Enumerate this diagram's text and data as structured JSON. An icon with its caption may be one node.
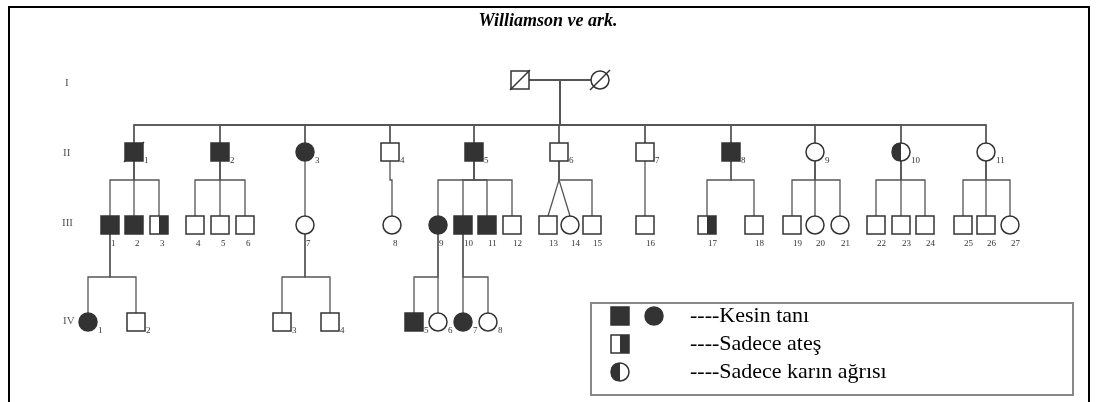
{
  "diagram": {
    "title": "Williamson ve ark.",
    "nodes": [
      {
        "text": [],
        "shape": "box"
      },
      {
        "text": [],
        "shape": "circle"
      },
      {
        "text": [],
        "shape": "box",
        "beside": [
          "1"
        ]
      },
      {
        "text": [],
        "shape": "box",
        "beside": [
          "2"
        ]
      },
      {
        "text": [],
        "shape": "circle",
        "beside": [
          "3"
        ]
      },
      {
        "text": [],
        "shape": "box",
        "beside": [
          "4"
        ]
      },
      {
        "text": [],
        "shape": "box",
        "beside": [
          "5"
        ]
      },
      {
        "text": [],
        "shape": "box",
        "beside": [
          "6"
        ]
      },
      {
        "text": [],
        "shape": "box",
        "beside": [
          "7"
        ]
      },
      {
        "text": [],
        "shape": "box",
        "beside": [
          "8"
        ]
      },
      {
        "text": [],
        "shape": "circle",
        "beside": [
          "9"
        ]
      },
      {
        "text": [],
        "shape": "circle",
        "beside": [
          "10"
        ]
      },
      {
        "text": [],
        "shape": "circle",
        "beside": [
          "11"
        ]
      },
      {
        "text": [],
        "shape": "box",
        "beside": [
          "1"
        ]
      },
      {
        "text": [],
        "shape": "box",
        "beside": [
          "2"
        ]
      },
      {
        "text": [],
        "shape": "box",
        "beside": [
          "3"
        ]
      },
      {
        "text": [],
        "shape": "box",
        "beside": [
          "4"
        ]
      },
      {
        "text": [],
        "shape": "box",
        "beside": [
          "5"
        ]
      },
      {
        "text": [],
        "shape": "box",
        "beside": [
          "6"
        ]
      },
      {
        "text": [],
        "shape": "circle",
        "beside": [
          "7"
        ]
      },
      {
        "text": [],
        "shape": "circle",
        "beside": [
          "8"
        ]
      },
      {
        "text": [],
        "shape": "circle",
        "beside": [
          "9"
        ]
      },
      {
        "text": [],
        "shape": "box",
        "beside": [
          "10"
        ]
      },
      {
        "text": [],
        "shape": "box",
        "beside": [
          "11"
        ]
      },
      {
        "text": [],
        "shape": "box",
        "beside": [
          "12"
        ]
      },
      {
        "text": [],
        "shape": "box",
        "beside": [
          "13"
        ]
      },
      {
        "text": [],
        "shape": "circle",
        "beside": [
          "14"
        ]
      },
      {
        "text": [],
        "shape": "box",
        "beside": [
          "15"
        ]
      },
      {
        "text": [],
        "shape": "box",
        "beside": [
          "16"
        ]
      },
      {
        "text": [],
        "shape": "box",
        "beside": [
          "17"
        ]
      },
      {
        "text": [],
        "shape": "box",
        "beside": [
          "18"
        ]
      },
      {
        "text": [],
        "shape": "box",
        "beside": [
          "19"
        ]
      },
      {
        "text": [],
        "shape": "circle",
        "beside": [
          "20"
        ]
      },
      {
        "text": [],
        "shape": "circle",
        "beside": [
          "21"
        ]
      },
      {
        "text": [],
        "shape": "box",
        "beside": [
          "22"
        ]
      },
      {
        "text": [],
        "shape": "box",
        "beside": [
          "23"
        ]
      },
      {
        "text": [],
        "shape": "box",
        "beside": [
          "24"
        ]
      },
      {
        "text": [],
        "shape": "box",
        "beside": [
          "25"
        ]
      },
      {
        "text": [],
        "shape": "box",
        "beside": [
          "26"
        ]
      },
      {
        "text": [],
        "shape": "circle",
        "beside": [
          "27"
        ]
      },
      {
        "text": [],
        "shape": "circle",
        "beside": [
          "1"
        ]
      },
      {
        "text": [],
        "shape": "box",
        "beside": [
          "2"
        ]
      },
      {
        "text": [],
        "shape": "box",
        "beside": [
          "3"
        ]
      },
      {
        "text": [],
        "shape": "box",
        "beside": [
          "4"
        ]
      },
      {
        "text": [],
        "shape": "box",
        "beside": [
          "5"
        ]
      },
      {
        "text": [],
        "shape": "circle",
        "beside": [
          "6"
        ]
      },
      {
        "text": [],
        "shape": "circle",
        "beside": [
          "7"
        ]
      },
      {
        "text": [],
        "shape": "circle",
        "beside": [
          "8"
        ]
      }
    ],
    "edges": [
      {
        "from": 0,
        "to": 1,
        "arrow": "none"
      },
      {
        "from": 0,
        "to": 2,
        "arrow": "none"
      },
      {
        "from": 1,
        "to": 2,
        "arrow": "none"
      },
      {
        "from": 0,
        "to": 3,
        "arrow": "none"
      },
      {
        "from": 1,
        "to": 3,
        "arrow": "none"
      },
      {
        "from": 0,
        "to": 4,
        "arrow": "none"
      },
      {
        "from": 1,
        "to": 4,
        "arrow": "none"
      },
      {
        "from": 0,
        "to": 5,
        "arrow": "none"
      },
      {
        "from": 1,
        "to": 5,
        "arrow": "none"
      },
      {
        "from": 0,
        "to": 6,
        "arrow": "none"
      },
      {
        "from": 1,
        "to": 6,
        "arrow": "none"
      },
      {
        "from": 0,
        "to": 7,
        "arrow": "none"
      },
      {
        "from": 1,
        "to": 7,
        "arrow": "none"
      },
      {
        "from": 0,
        "to": 8,
        "arrow": "none"
      },
      {
        "from": 1,
        "to": 8,
        "arrow": "none"
      },
      {
        "from": 0,
        "to": 9,
        "arrow": "none"
      },
      {
        "from": 1,
        "to": 9,
        "arrow": "none"
      },
      {
        "from": 0,
        "to": 10,
        "arrow": "none"
      },
      {
        "from": 1,
        "to": 10,
        "arrow": "none"
      },
      {
        "from": 0,
        "to": 11,
        "arrow": "none"
      },
      {
        "from": 1,
        "to": 11,
        "arrow": "none"
      },
      {
        "from": 0,
        "to": 12,
        "arrow": "none"
      },
      {
        "from": 1,
        "to": 12,
        "arrow": "none"
      },
      {
        "from": 2,
        "to": 13,
        "arrow": "none"
      },
      {
        "from": 2,
        "to": 14,
        "arrow": "none"
      },
      {
        "from": 2,
        "to": 15,
        "arrow": "none"
      },
      {
        "from": 3,
        "to": 16,
        "arrow": "none"
      },
      {
        "from": 3,
        "to": 17,
        "arrow": "none"
      },
      {
        "from": 3,
        "to": 18,
        "arrow": "none"
      },
      {
        "from": 4,
        "to": 19,
        "arrow": "none"
      },
      {
        "from": 5,
        "to": 20,
        "arrow": "none"
      },
      {
        "from": 6,
        "to": 21,
        "arrow": "none"
      },
      {
        "from": 6,
        "to": 22,
        "arrow": "none"
      },
      {
        "from": 6,
        "to": 23,
        "arrow": "none"
      },
      {
        "from": 6,
        "to": 24,
        "arrow": "none"
      },
      {
        "from": 7,
        "to": 25,
        "arrow": "none"
      },
      {
        "from": 7,
        "to": 26,
        "arrow": "none"
      },
      {
        "from": 7,
        "to": 27,
        "arrow": "none"
      },
      {
        "from": 8,
        "to": 28,
        "arrow": "none"
      },
      {
        "from": 9,
        "to": 29,
        "arrow": "none"
      },
      {
        "from": 9,
        "to": 30,
        "arrow": "none"
      },
      {
        "from": 10,
        "to": 31,
        "arrow": "none"
      },
      {
        "from": 10,
        "to": 32,
        "arrow": "none"
      },
      {
        "from": 10,
        "to": 33,
        "arrow": "none"
      },
      {
        "from": 11,
        "to": 34,
        "arrow": "none"
      },
      {
        "from": 11,
        "to": 35,
        "arrow": "none"
      },
      {
        "from": 11,
        "to": 36,
        "arrow": "none"
      },
      {
        "from": 12,
        "to": 37,
        "arrow": "none"
      },
      {
        "from": 12,
        "to": 38,
        "arrow": "none"
      },
      {
        "from": 12,
        "to": 39,
        "arrow": "none"
      },
      {
        "from": 13,
        "to": 40,
        "arrow": "none"
      },
      {
        "from": 13,
        "to": 41,
        "arrow": "none"
      },
      {
        "from": 19,
        "to": 42,
        "arrow": "none"
      },
      {
        "from": 19,
        "to": 43,
        "arrow": "none"
      },
      {
        "from": 21,
        "to": 44,
        "arrow": "none"
      },
      {
        "from": 21,
        "to": 45,
        "arrow": "none"
      },
      {
        "from": 22,
        "to": 46,
        "arrow": "none"
      },
      {
        "from": 22,
        "to": 47,
        "arrow": "none"
      }
    ],
    "labels": [
      "I",
      "II",
      "III",
      "IV"
    ],
    "legend": [
      {
        "text": "----Kesin tanı"
      },
      {
        "text": "----Sadece ateş"
      },
      {
        "text": "----Sadece karın ağrısı"
      }
    ]
  }
}
